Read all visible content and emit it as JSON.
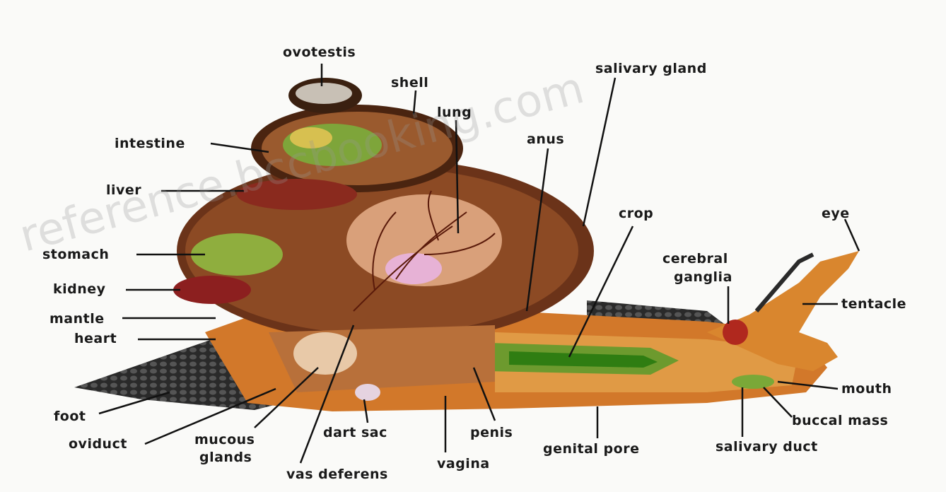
{
  "diagram": {
    "labels": {
      "ovotestis": "ovotestis",
      "shell": "shell",
      "lung": "lung",
      "salivary_gland": "salivary gland",
      "anus": "anus",
      "intestine": "intestine",
      "liver": "liver",
      "stomach": "stomach",
      "kidney": "kidney",
      "mantle": "mantle",
      "heart": "heart",
      "crop": "crop",
      "eye": "eye",
      "cerebral_ganglia_1": "cerebral",
      "cerebral_ganglia_2": "ganglia",
      "tentacle": "tentacle",
      "mouth": "mouth",
      "buccal_mass": "buccal mass",
      "salivary_duct": "salivary duct",
      "genital_pore": "genital pore",
      "vagina": "vagina",
      "penis": "penis",
      "dart_sac": "dart sac",
      "vas_deferens": "vas deferens",
      "mucous_glands_1": "mucous",
      "mucous_glands_2": "glands",
      "oviduct": "oviduct",
      "foot": "foot"
    },
    "watermark": "reference.bccbooking.com"
  }
}
